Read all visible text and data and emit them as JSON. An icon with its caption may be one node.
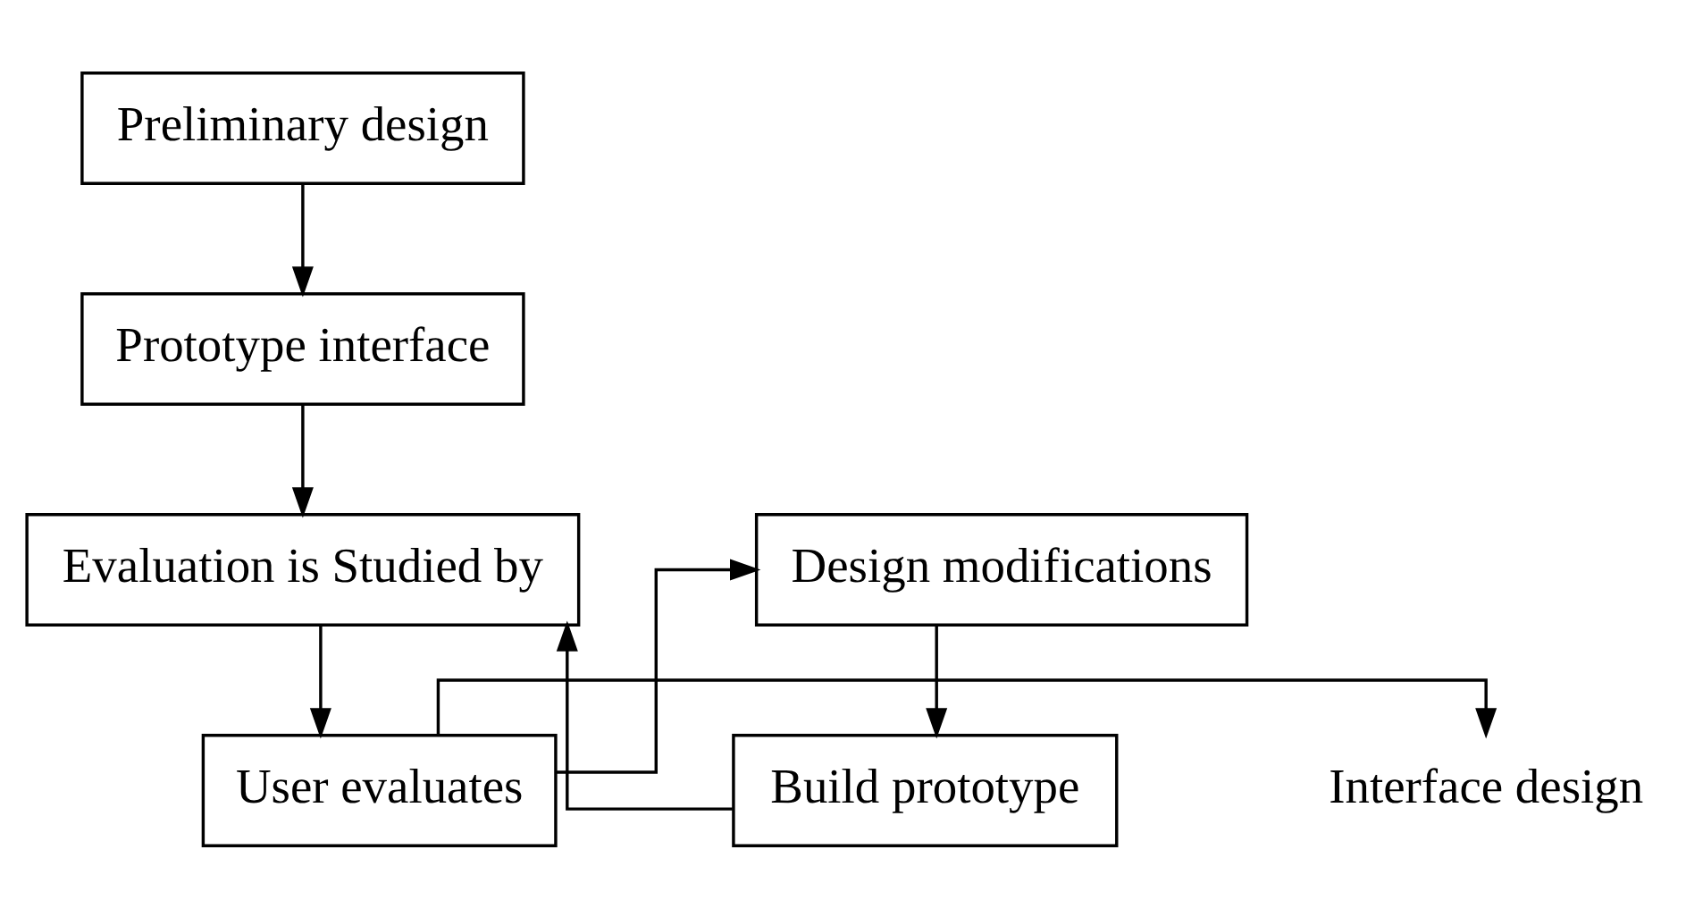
{
  "diagram": {
    "nodes": [
      {
        "text": [
          "Preliminary design"
        ]
      },
      {
        "text": [
          "Prototype interface"
        ]
      },
      {
        "text": [
          "Build prototype"
        ]
      },
      {
        "text": [
          "Evaluation is Studied by"
        ]
      },
      {
        "text": [
          "Design modifications"
        ]
      },
      {
        "text": [
          "User evaluates"
        ]
      },
      {
        "text": [
          "Interface design"
        ]
      }
    ],
    "edges": [
      {
        "from": 0,
        "to": 1,
        "arrow": "to"
      },
      {
        "from": 1,
        "to": 3,
        "arrow": "to"
      },
      {
        "from": 2,
        "to": 3,
        "arrow": "to"
      },
      {
        "from": 3,
        "to": 5,
        "arrow": "to"
      },
      {
        "from": 5,
        "to": 4,
        "arrow": "to"
      },
      {
        "from": 4,
        "to": 2,
        "arrow": "to"
      },
      {
        "from": 5,
        "to": 6,
        "arrow": "to"
      }
    ]
  }
}
